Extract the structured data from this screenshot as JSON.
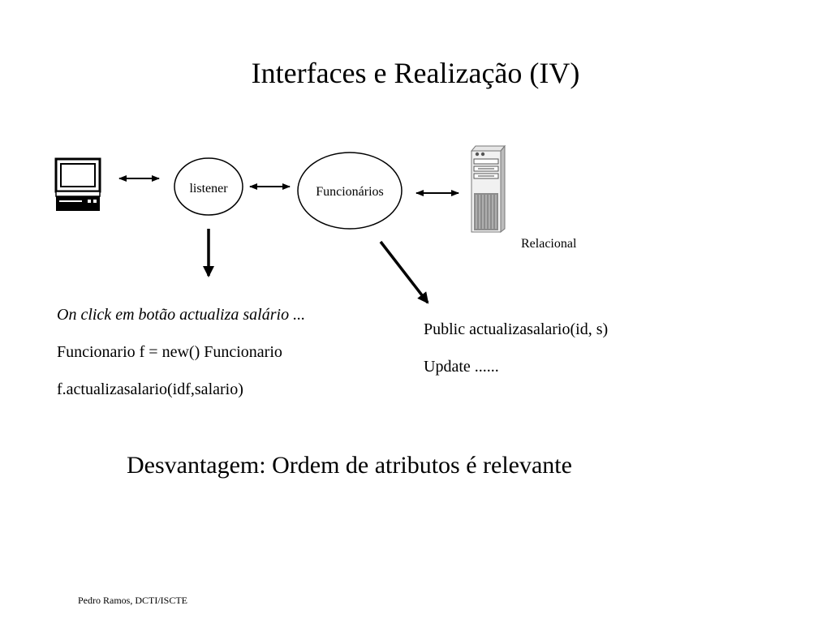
{
  "title": "Interfaces e Realização (IV)",
  "diagram": {
    "nodes": {
      "listener": "listener",
      "funcionarios": "Funcionários",
      "server": "Relacional"
    },
    "icons": {
      "client": "computer-monitor-icon",
      "server": "tower-server-icon"
    }
  },
  "client_code": [
    "On click em botão actualiza salário ...",
    "Funcionario f  = new() Funcionario",
    "f.actualizasalario(idf,salario)"
  ],
  "server_code": [
    "Public actualizasalario(id, s)",
    "Update ......"
  ],
  "disadvantage": "Desvantagem: Ordem de atributos é relevante",
  "footer": "Pedro Ramos, DCTI/ISCTE"
}
